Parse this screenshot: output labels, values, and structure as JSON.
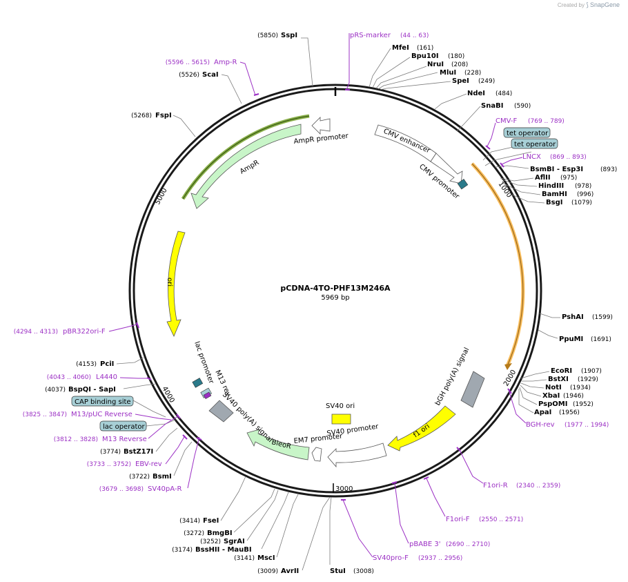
{
  "credit": {
    "prefix": "Created by",
    "brand": "SnapGene"
  },
  "plasmid": {
    "name": "pCDNA-4TO-PHF13M246A",
    "size": "5969 bp"
  },
  "ticks": [
    "1000",
    "2000",
    "3000",
    "4000",
    "5000"
  ],
  "enzymes": [
    {
      "name": "SspI",
      "pos": "(5850)"
    },
    {
      "name": "MfeI",
      "pos": "(161)"
    },
    {
      "name": "Bpu10I",
      "pos": "(180)"
    },
    {
      "name": "NruI",
      "pos": "(208)"
    },
    {
      "name": "MluI",
      "pos": "(228)"
    },
    {
      "name": "SpeI",
      "pos": "(249)"
    },
    {
      "name": "NdeI",
      "pos": "(484)"
    },
    {
      "name": "SnaBI",
      "pos": "(590)"
    },
    {
      "name": "BsmBI - Esp3I",
      "pos": "(893)"
    },
    {
      "name": "AflII",
      "pos": "(975)"
    },
    {
      "name": "HindIII",
      "pos": "(978)"
    },
    {
      "name": "BamHI",
      "pos": "(996)"
    },
    {
      "name": "BsgI",
      "pos": "(1079)"
    },
    {
      "name": "PshAI",
      "pos": "(1599)"
    },
    {
      "name": "PpuMI",
      "pos": "(1691)"
    },
    {
      "name": "EcoRI",
      "pos": "(1907)"
    },
    {
      "name": "BstXI",
      "pos": "(1929)"
    },
    {
      "name": "NotI",
      "pos": "(1934)"
    },
    {
      "name": "XbaI",
      "pos": "(1946)"
    },
    {
      "name": "PspOMI",
      "pos": "(1952)"
    },
    {
      "name": "ApaI",
      "pos": "(1956)"
    },
    {
      "name": "StuI",
      "pos": "(3008)"
    },
    {
      "name": "AvrII",
      "pos": "(3009)"
    },
    {
      "name": "MscI",
      "pos": "(3141)"
    },
    {
      "name": "BssHII - MauBI",
      "pos": "(3174)"
    },
    {
      "name": "SgrAI",
      "pos": "(3252)"
    },
    {
      "name": "BmgBI",
      "pos": "(3272)"
    },
    {
      "name": "FseI",
      "pos": "(3414)"
    },
    {
      "name": "BsmI",
      "pos": "(3722)"
    },
    {
      "name": "BstZ17I",
      "pos": "(3774)"
    },
    {
      "name": "BspQI - SapI",
      "pos": "(4037)"
    },
    {
      "name": "PciI",
      "pos": "(4153)"
    },
    {
      "name": "FspI",
      "pos": "(5268)"
    },
    {
      "name": "ScaI",
      "pos": "(5526)"
    }
  ],
  "primers": [
    {
      "name": "pRS-marker",
      "range": "(44 .. 63)"
    },
    {
      "name": "CMV-F",
      "range": "(769 .. 789)"
    },
    {
      "name": "LNCX",
      "range": "(869 .. 893)"
    },
    {
      "name": "BGH-rev",
      "range": "(1977 .. 1994)"
    },
    {
      "name": "F1ori-R",
      "range": "(2340 .. 2359)"
    },
    {
      "name": "F1ori-F",
      "range": "(2550 .. 2571)"
    },
    {
      "name": "pBABE 3'",
      "range": "(2690 .. 2710)"
    },
    {
      "name": "SV40pro-F",
      "range": "(2937 .. 2956)"
    },
    {
      "name": "SV40pA-R",
      "range": "(3679 .. 3698)"
    },
    {
      "name": "EBV-rev",
      "range": "(3733 .. 3752)"
    },
    {
      "name": "M13 Reverse",
      "range": "(3812 .. 3828)"
    },
    {
      "name": "M13/pUC Reverse",
      "range": "(3825 .. 3847)"
    },
    {
      "name": "L4440",
      "range": "(4043 .. 4060)"
    },
    {
      "name": "pBR322ori-F",
      "range": "(4294 .. 4313)"
    },
    {
      "name": "Amp-R",
      "range": "(5596 .. 5615)"
    }
  ],
  "boxed": {
    "tet_operator_1": "tet operator",
    "tet_operator_2": "tet operator",
    "cap_site": "CAP binding site",
    "lac_operator": "lac operator"
  },
  "features": {
    "ampr_promoter": "AmpR promoter",
    "ampr": "AmpR",
    "cmv_enhancer": "CMV enhancer",
    "cmv_promoter": "CMV promoter",
    "ori": "ori",
    "bgh": "bGH poly(A) signal",
    "f1_ori": "f1 ori",
    "sv40_ori": "SV40 ori",
    "sv40_promoter": "SV40 promoter",
    "em7_promoter": "EM7 promoter",
    "bleor": "BleoR",
    "sv40_polya": "SV40 poly(A) signal",
    "lac_promoter": "lac promoter",
    "m13_rev": "M13 rev"
  },
  "colors": {
    "backbone": "#1a1a1a",
    "primer": "#9b2fc4",
    "ampr_fill": "#c8f5c8",
    "ampr_highlight": "#6a9a1a",
    "cds_highlight": "#f5a623",
    "ori_fill": "#ffff00",
    "polya_fill": "#a0a8b0",
    "operator_fill": "#a7cfd6",
    "cap_fill": "#2a7a8a"
  }
}
